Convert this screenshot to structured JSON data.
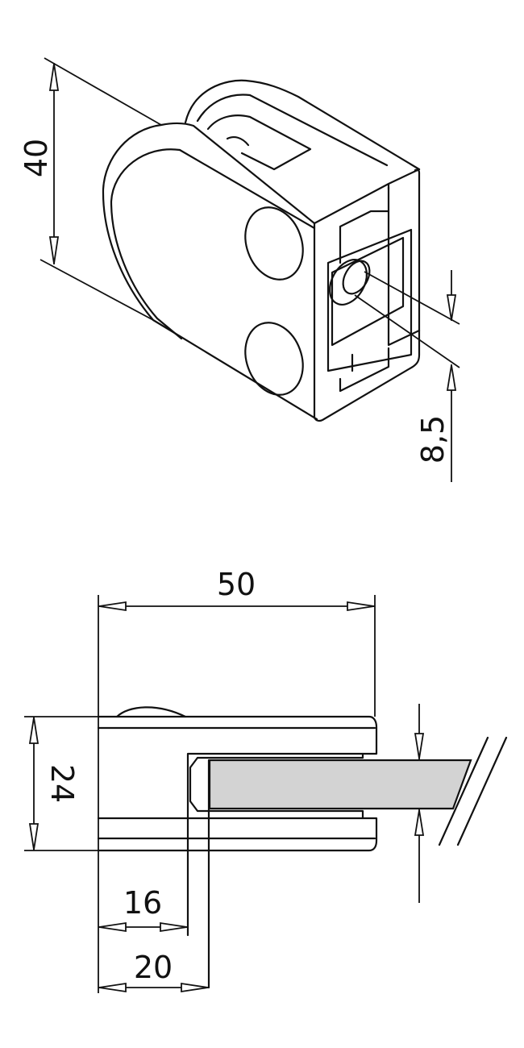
{
  "drawing": {
    "title": "Glass clamp dimensional drawing",
    "isometric_view": {
      "dim_height": "40",
      "dim_hole": "8,5"
    },
    "side_view": {
      "dim_length": "50",
      "dim_height": "24",
      "dim_depth_inner": "16",
      "dim_depth_outer": "20"
    },
    "colors": {
      "line": "#111111",
      "glass_fill": "#d3d3d3",
      "background": "#ffffff"
    }
  }
}
